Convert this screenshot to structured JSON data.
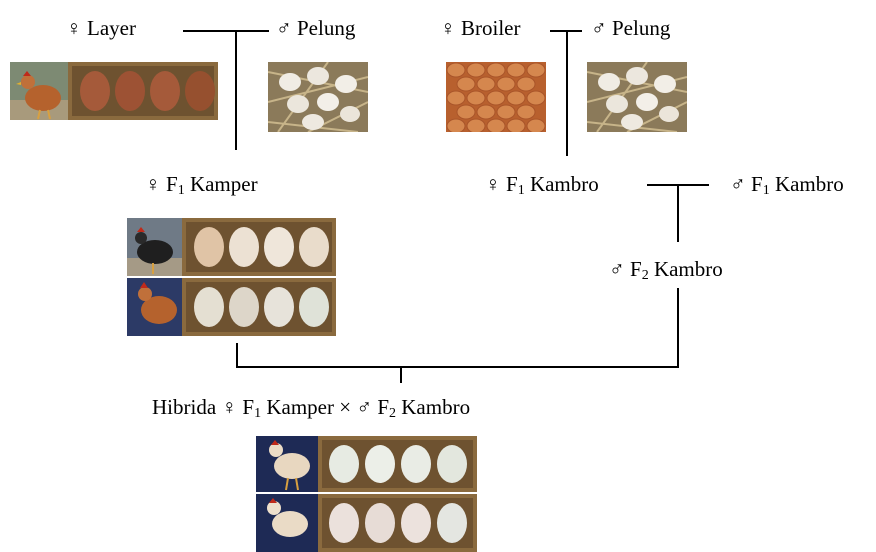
{
  "symbols": {
    "female": "♀",
    "male": "♂",
    "cross": "×"
  },
  "nodes": {
    "layer": {
      "name": "Layer"
    },
    "pelung1": {
      "name": "Pelung"
    },
    "broiler": {
      "name": "Broiler"
    },
    "pelung2": {
      "name": "Pelung"
    },
    "f1_kamper": {
      "prefix": "F",
      "sub": "1",
      "name": "Kamper"
    },
    "f1_kambro_female": {
      "prefix": "F",
      "sub": "1",
      "name": "Kambro"
    },
    "f1_kambro_male": {
      "prefix": "F",
      "sub": "1",
      "name": "Kambro"
    },
    "f2_kambro": {
      "prefix": "F",
      "sub": "2",
      "name": "Kambro"
    },
    "hybrid": {
      "word": "Hibrida",
      "female_prefix": "F",
      "female_sub": "1",
      "female_name": "Kamper",
      "male_prefix": "F",
      "male_sub": "2",
      "male_name": "Kambro"
    }
  },
  "colors": {
    "brown_egg": "#a55a3a",
    "cream_egg": "#e9d3bd",
    "white_egg": "#e8ece6",
    "wood": "#8a6a3e",
    "nest": "#8b7a5a",
    "broiler_egg": "#d5874e"
  }
}
